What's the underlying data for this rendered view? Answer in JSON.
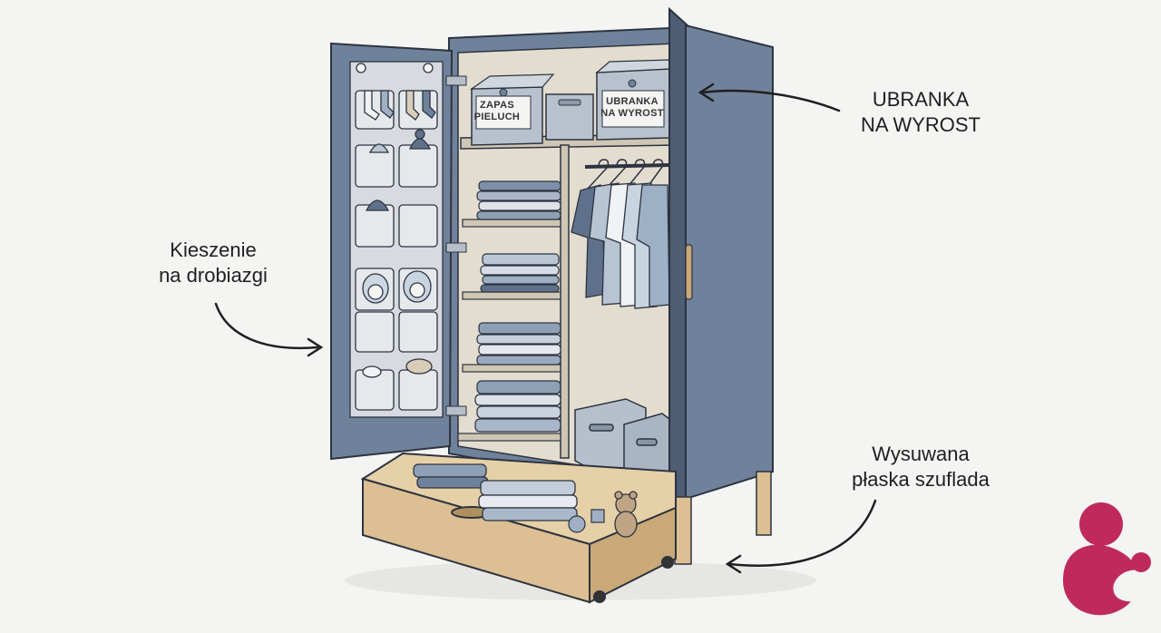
{
  "callouts": {
    "pockets": {
      "line1": "Kieszenie",
      "line2": "na drobiazgi"
    },
    "outgrown": {
      "line1": "UBRANKA",
      "line2": "NA WYROST"
    },
    "drawer": {
      "line1": "Wysuwana",
      "line2": "płaska szuflada"
    }
  },
  "box_labels": {
    "diapers": {
      "line1": "ZAPAS",
      "line2": "PIELUCH"
    },
    "clothes": {
      "line1": "UBRANKA",
      "line2": "NA WYROST"
    }
  },
  "colors": {
    "wardrobe_blue": "#6f829b",
    "wardrobe_dark": "#5a6c84",
    "interior": "#e3ddd0",
    "wood": "#dcbf92",
    "fabric": "#d7dbe0",
    "logo": "#c0295c"
  },
  "icons": [
    "logo-icon",
    "teddy-bear-icon",
    "hanger-icon",
    "arrow-icon"
  ]
}
